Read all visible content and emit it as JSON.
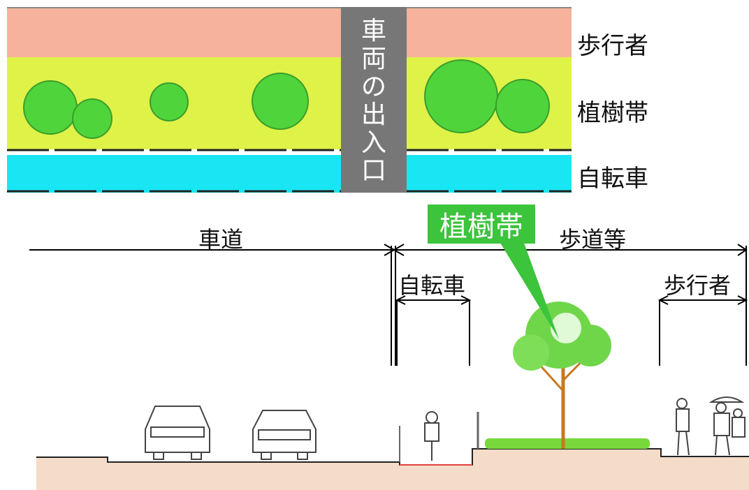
{
  "plan": {
    "labels": {
      "pedestrian": "歩行者",
      "planting": "植樹帯",
      "bicycle": "自転車"
    },
    "driveway_text": [
      "車",
      "両",
      "の",
      "出",
      "入",
      "口"
    ],
    "colors": {
      "pedestrian": "#f6b29b",
      "planting": "#dff247",
      "bicycle": "#18e6f2",
      "driveway": "#777777",
      "tree": "#4fd43b"
    }
  },
  "section": {
    "roadway_label": "車道",
    "sidewalk_label": "歩道等",
    "bicycle_label": "自転車",
    "pedestrian_label": "歩行者",
    "callout_label": "植樹帯",
    "colors": {
      "callout": "#3cc43c",
      "ground": "#f4dcc8",
      "hedge": "#78d83c"
    }
  }
}
